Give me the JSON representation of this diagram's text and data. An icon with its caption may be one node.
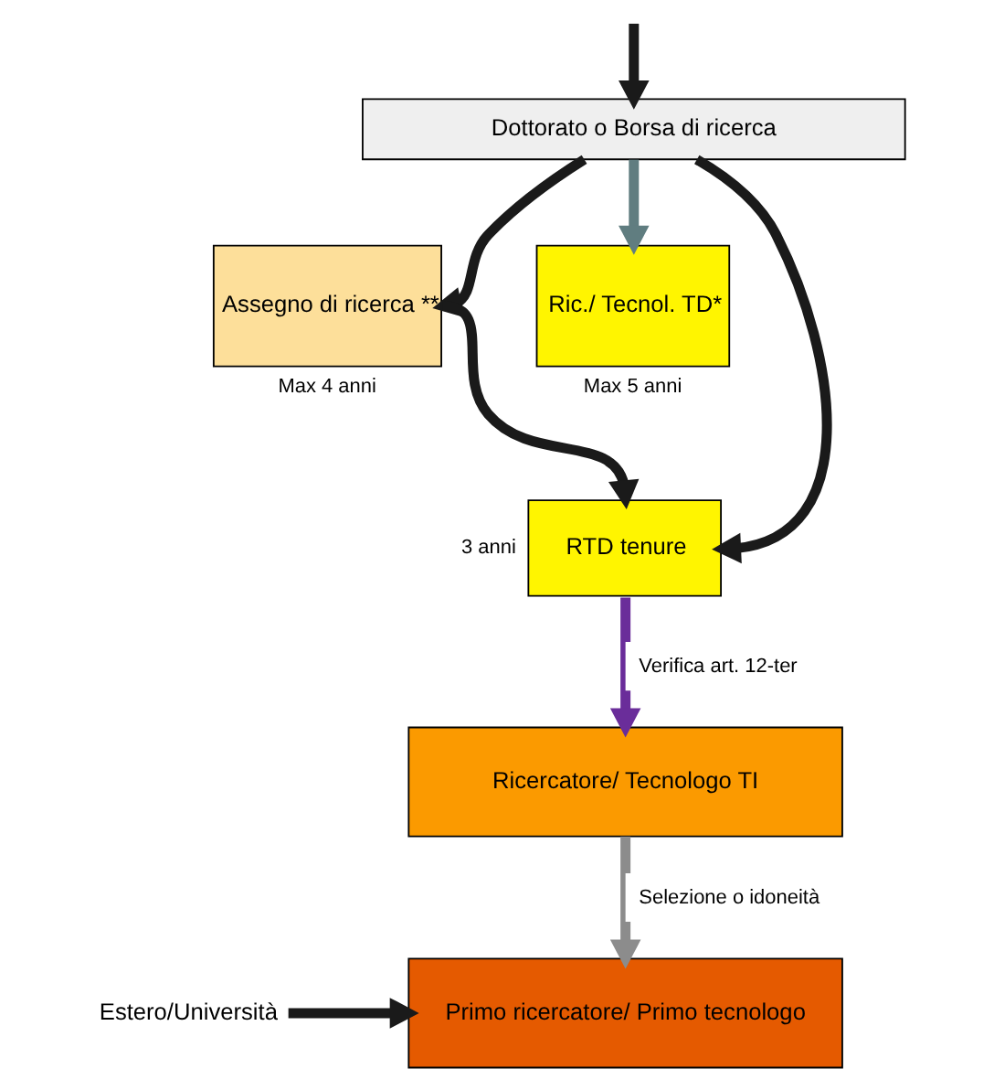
{
  "diagram": {
    "nodes": [
      {
        "text": [
          "Dottorato o Borsa di ricerca"
        ]
      },
      {
        "text": [
          "Assegno di ricerca **"
        ],
        "beside": [
          "Max 4 anni"
        ]
      },
      {
        "text": [
          "Ric./ Tecnol. TD*"
        ],
        "beside": [
          "Max 5 anni"
        ]
      },
      {
        "text": [
          "RTD tenure"
        ],
        "beside": [
          "3 anni"
        ]
      },
      {
        "text": [
          "Ricercatore/ Tecnologo TI"
        ]
      },
      {
        "text": [
          "Primo ricercatore/ Primo tecnologo"
        ]
      },
      {
        "text": [
          "Estero/Università"
        ]
      }
    ],
    "edges": [
      {
        "from": null,
        "to": 0,
        "arrow": "to"
      },
      {
        "from": 0,
        "to": 3,
        "arrow": "to"
      },
      {
        "from": 0,
        "to": 1,
        "arrow": "to"
      },
      {
        "from": 0,
        "to": 2,
        "arrow": "to",
        "color": "#607d80"
      },
      {
        "from": 1,
        "to": 3,
        "arrow": "to"
      },
      {
        "from": 3,
        "to": 4,
        "arrow": "to",
        "label": "Verifica art. 12-ter",
        "color": "#6a2d9a"
      },
      {
        "from": 4,
        "to": 5,
        "arrow": "to",
        "label": "Selezione o idoneità",
        "color": "#8c8c8c"
      },
      {
        "from": 6,
        "to": 5,
        "arrow": "to"
      }
    ]
  }
}
